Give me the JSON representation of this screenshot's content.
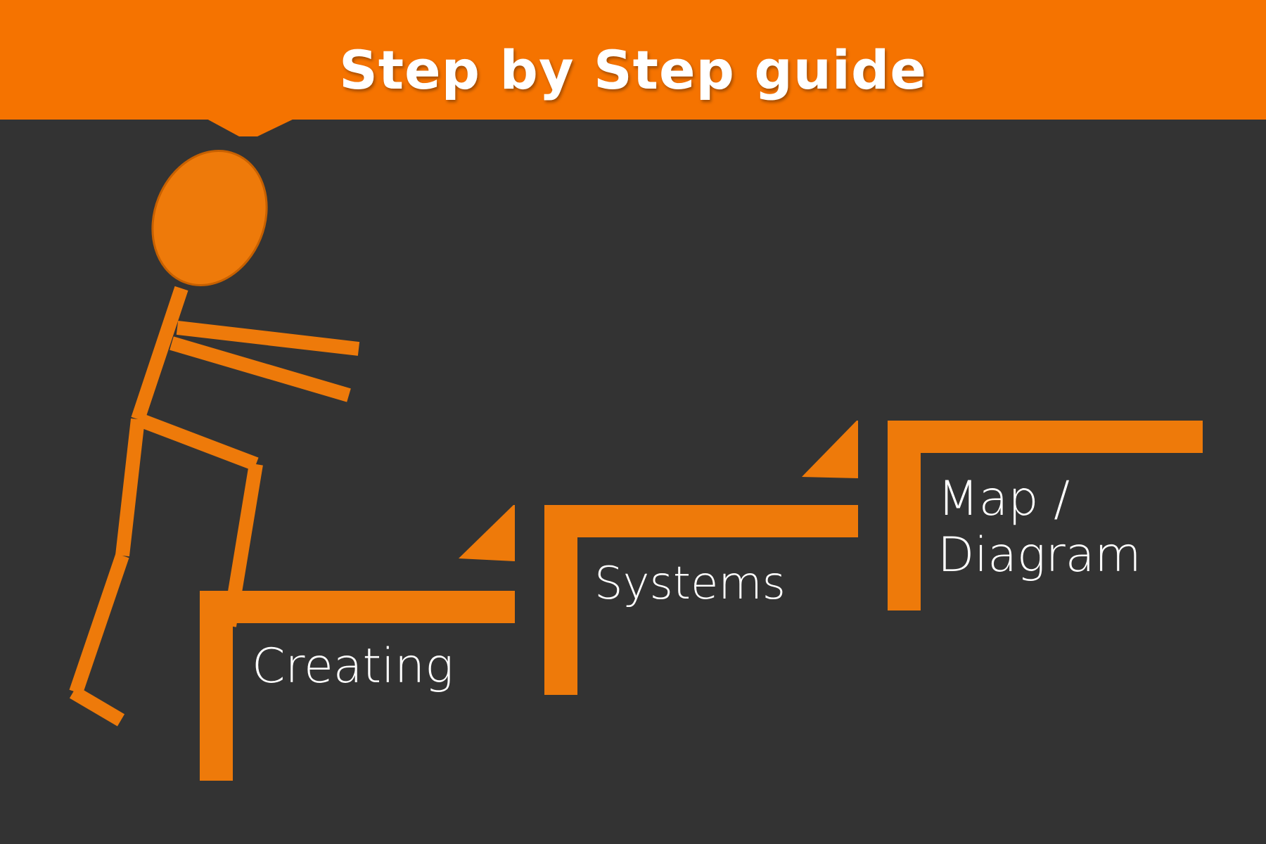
{
  "header": {
    "title": "Step by Step guide"
  },
  "steps": [
    {
      "label": "Creating"
    },
    {
      "label": "Systems"
    },
    {
      "label_line1": "Map /",
      "label_line2": "Diagram"
    }
  ],
  "colors": {
    "banner": "#F57300",
    "background": "#333333",
    "step": "#EE7A0A",
    "figure": "#EE7A0A",
    "figure_outline": "#C76000",
    "text": "#FFFFFF"
  }
}
